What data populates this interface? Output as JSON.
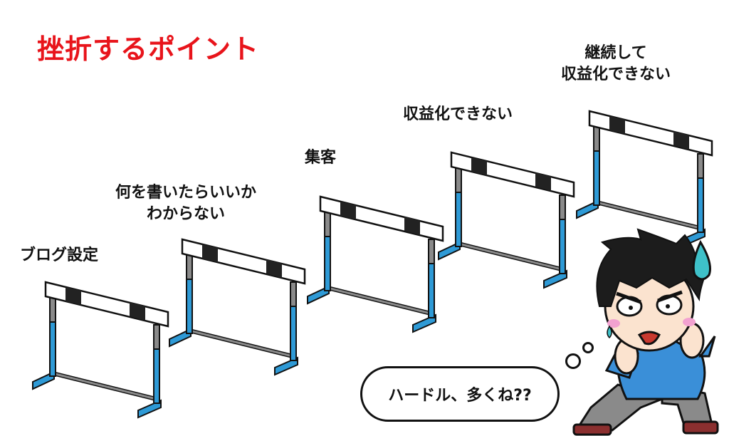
{
  "title": "挫折するポイント",
  "hurdle_labels": [
    {
      "lines": [
        "ブログ設定"
      ]
    },
    {
      "lines": [
        "何を書いたらいいか",
        "わからない"
      ]
    },
    {
      "lines": [
        "集客"
      ]
    },
    {
      "lines": [
        "収益化できない"
      ]
    },
    {
      "lines": [
        "継続して",
        "収益化できない"
      ]
    }
  ],
  "speech": "ハードル、多くね??",
  "colors": {
    "title": "#e8141b",
    "hurdle_leg": "#2e9ad6",
    "hurdle_bar_stripe": "#222222",
    "shirt": "#3a8fd8",
    "pants": "#8a8a8a",
    "sweat": "#3ec1c9"
  },
  "icons": [
    "hurdle-icon",
    "worried-man-illustration",
    "sweat-drop-icon"
  ]
}
